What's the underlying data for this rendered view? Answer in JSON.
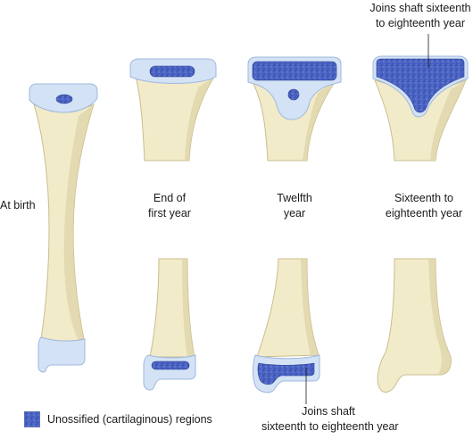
{
  "colors": {
    "bone": "#f2ebc9",
    "bone_shadow": "#ddd3a6",
    "bone_outline": "#c9be8f",
    "cartilage": "#d3e2f5",
    "cartilage_outline": "#9fb8de",
    "unossified": "#4a63c4",
    "unossified_dark": "#2c3f93",
    "text": "#1a1a1a"
  },
  "labels": {
    "at_birth": "At birth",
    "end_first_year_1": "End of",
    "end_first_year_2": "first year",
    "twelfth_1": "Twelfth",
    "twelfth_2": "year",
    "sixteenth_1": "Sixteenth to",
    "sixteenth_2": "eighteenth year",
    "joins_top_1": "Joins shaft sixteenth",
    "joins_top_2": "to eighteenth year",
    "joins_bottom_1": "Joins shaft",
    "joins_bottom_2": "sixteenth to eighteenth year"
  },
  "legend": {
    "icon": "unossified-swatch",
    "label": "Unossified (cartilaginous) regions"
  }
}
